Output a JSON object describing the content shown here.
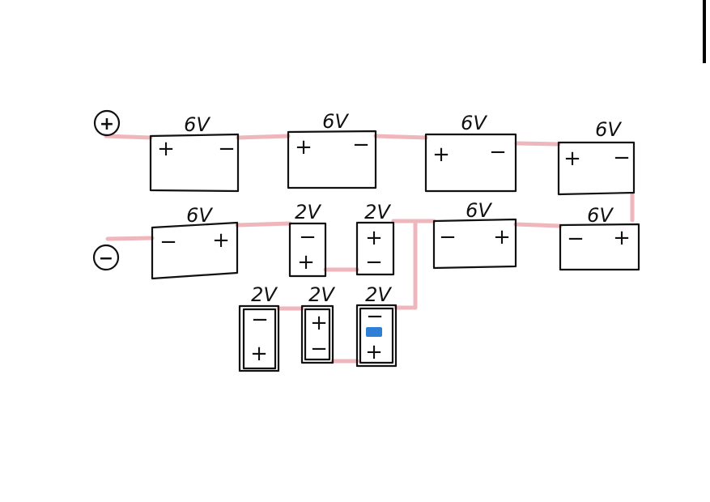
{
  "colors": {
    "ink": "#111111",
    "wire": "#efb6bc",
    "marker": "#2f7fd6",
    "page_edge": "#000000"
  },
  "terminals": [
    {
      "id": "positive",
      "sign": "+"
    },
    {
      "id": "negative",
      "sign": "−"
    }
  ],
  "batteries": [
    {
      "id": "r1b1",
      "voltage": "6V",
      "orientation": "horizontal",
      "signs": [
        "+",
        "−"
      ]
    },
    {
      "id": "r1b2",
      "voltage": "6V",
      "orientation": "horizontal",
      "signs": [
        "+",
        "−"
      ]
    },
    {
      "id": "r1b3",
      "voltage": "6V",
      "orientation": "horizontal",
      "signs": [
        "+",
        "−"
      ]
    },
    {
      "id": "r1b4",
      "voltage": "6V",
      "orientation": "horizontal",
      "signs": [
        "+",
        "−"
      ]
    },
    {
      "id": "r2b1",
      "voltage": "6V",
      "orientation": "horizontal",
      "signs": [
        "−",
        "+"
      ]
    },
    {
      "id": "r2b2",
      "voltage": "2V",
      "orientation": "vertical",
      "signs": [
        "−",
        "+"
      ]
    },
    {
      "id": "r2b3",
      "voltage": "2V",
      "orientation": "vertical",
      "signs": [
        "+",
        "−"
      ]
    },
    {
      "id": "r2b4",
      "voltage": "6V",
      "orientation": "horizontal",
      "signs": [
        "−",
        "+"
      ]
    },
    {
      "id": "r2b5",
      "voltage": "6V",
      "orientation": "horizontal",
      "signs": [
        "−",
        "+"
      ]
    },
    {
      "id": "r3b1",
      "voltage": "2V",
      "orientation": "vertical",
      "signs": [
        "−",
        "+"
      ]
    },
    {
      "id": "r3b2",
      "voltage": "2V",
      "orientation": "vertical",
      "signs": [
        "+",
        "−"
      ]
    },
    {
      "id": "r3b3",
      "voltage": "2V",
      "orientation": "vertical",
      "signs": [
        "−",
        "+"
      ],
      "marker": "blue"
    }
  ]
}
